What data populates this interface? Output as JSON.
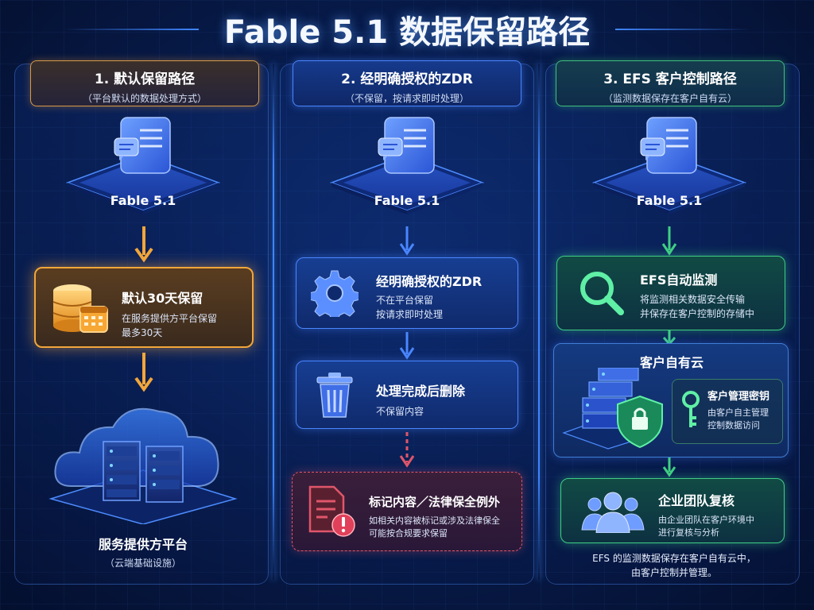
{
  "title": "Fable 5.1 数据保留路径",
  "model_label": "Fable 5.1",
  "columns": [
    {
      "header": "1. 默认保留路径",
      "subheader": "（平台默认的数据处理方式）",
      "step1": {
        "title": "默认30天保留",
        "lines": [
          "在服务提供方平台保留",
          "最多30天"
        ]
      },
      "footer": {
        "title": "服务提供方平台",
        "subtitle": "（云端基础设施）"
      }
    },
    {
      "header": "2. 经明确授权的ZDR",
      "subheader": "（不保留，按请求即时处理）",
      "step1": {
        "title": "经明确授权的ZDR",
        "lines": [
          "不在平台保留",
          "按请求即时处理"
        ]
      },
      "step2": {
        "title": "处理完成后删除",
        "lines": [
          "不保留内容"
        ]
      },
      "step3": {
        "title": "标记内容／法律保全例外",
        "lines": [
          "如相关内容被标记或涉及法律保全",
          "可能按合规要求保留"
        ]
      }
    },
    {
      "header": "3. EFS 客户控制路径",
      "subheader": "（监测数据保存在客户自有云）",
      "step1": {
        "title": "EFS自动监测",
        "lines": [
          "将监测相关数据安全传输",
          "并保存在客户控制的存储中"
        ]
      },
      "cloud": {
        "title": "客户自有云",
        "key_title": "客户管理密钥",
        "key_lines": [
          "由客户自主管理",
          "控制数据访问"
        ]
      },
      "step3": {
        "title": "企业团队复核",
        "lines": [
          "由企业团队在客户环境中",
          "进行复核与分析"
        ]
      },
      "footnote": [
        "EFS 的监测数据保存在客户自有云中，",
        "由客户控制并管理。"
      ]
    }
  ],
  "colors": {
    "orange": "#f2a63a",
    "blue": "#4a86ff",
    "green": "#3fcf84",
    "red": "#e0566a"
  },
  "icons": {
    "platform": "document-chat-icon",
    "col1_step1": "database-calendar-icon",
    "col1_footer": "cloud-server-icon",
    "col2_step1": "gear-icon",
    "col2_step2": "trash-icon",
    "col2_step3": "document-alert-icon",
    "col3_step1": "search-icon",
    "col3_cloud": "server-shield-icon",
    "col3_key": "key-icon",
    "col3_step3": "team-icon"
  }
}
